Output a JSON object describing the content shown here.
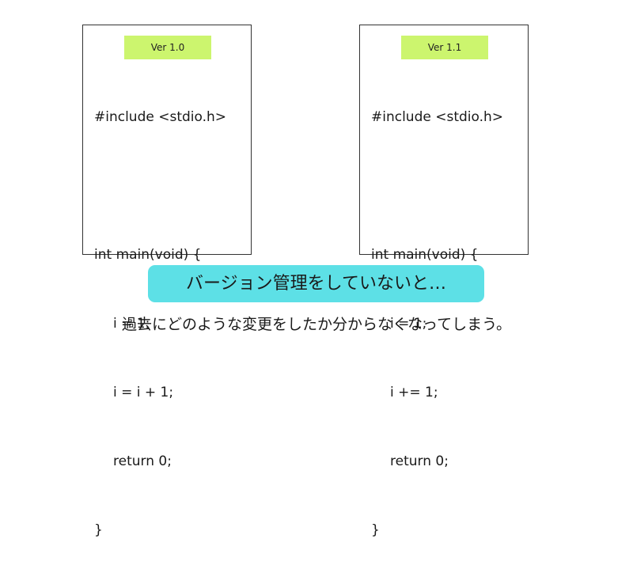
{
  "colors": {
    "version_badge": "#ccf56e",
    "callout": "#5de0e6"
  },
  "left_panel": {
    "version": "Ver 1.0",
    "code_lines": [
      "#include <stdio.h>",
      "",
      "int main(void) {",
      "i = 1;",
      "i = i + 1;",
      "return 0;",
      "}"
    ]
  },
  "right_panel": {
    "version": "Ver 1.1",
    "code_lines": [
      "#include <stdio.h>",
      "",
      "int main(void) {",
      "i = 1;",
      "i += 1;",
      "return 0;",
      "}"
    ]
  },
  "callout": {
    "text": "バージョン管理をしていないと…"
  },
  "caption": {
    "text": "過去にどのような変更をしたか分からなくなってしまう。"
  }
}
